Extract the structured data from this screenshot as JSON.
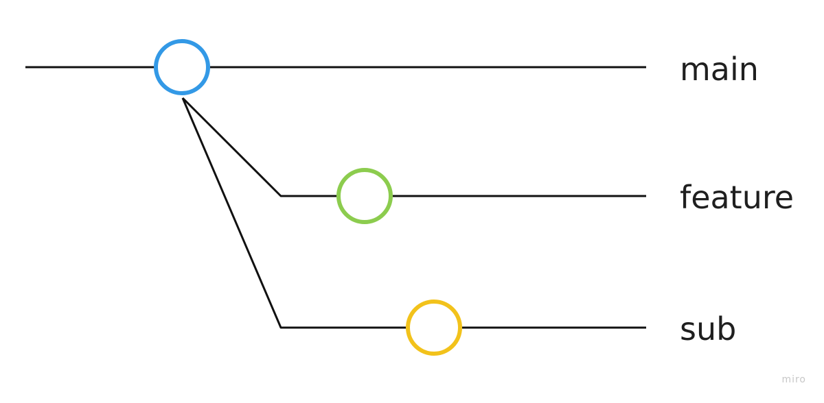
{
  "branches": [
    {
      "label": "main",
      "commit_color": "#3399e6"
    },
    {
      "label": "feature",
      "commit_color": "#8ccc4e"
    },
    {
      "label": "sub",
      "commit_color": "#f2c21b"
    }
  ],
  "watermark": "miro",
  "line_color": "#111111"
}
